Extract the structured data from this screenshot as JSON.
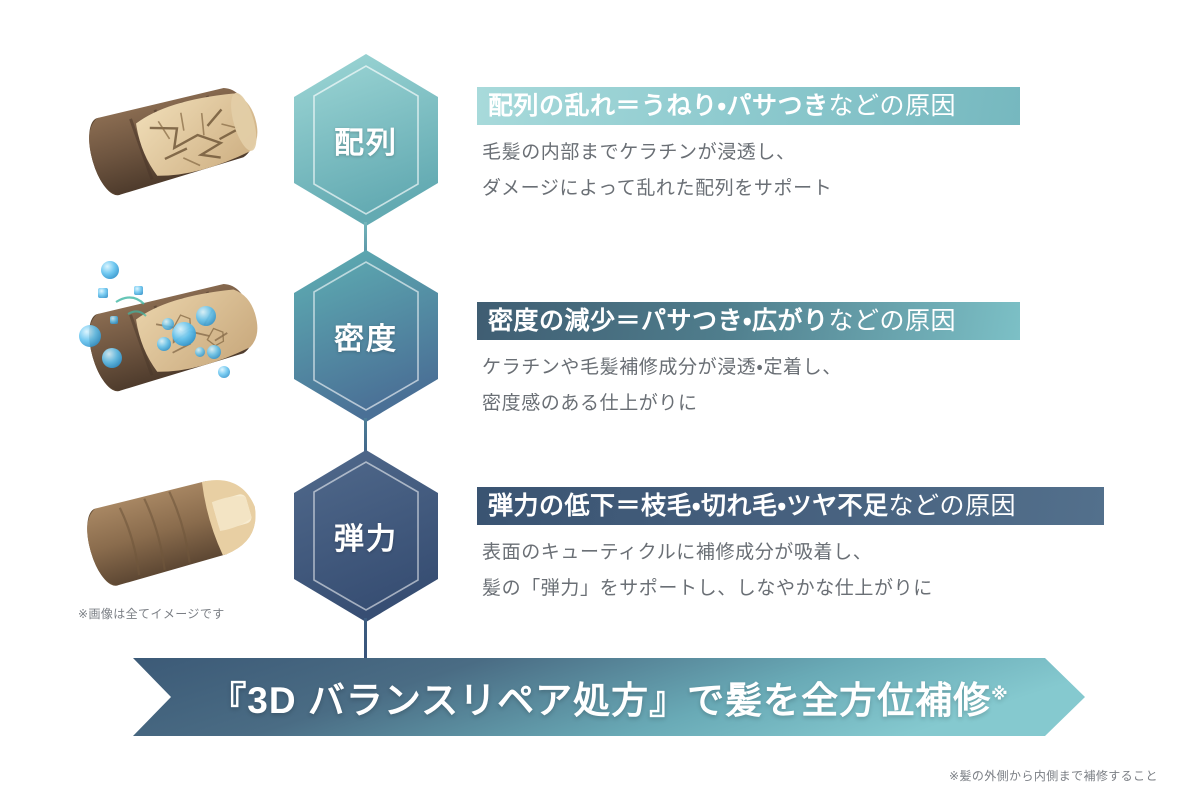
{
  "meta": {
    "background_color": "#ffffff",
    "accent_light": "#8fcbcf",
    "accent_mid": "#4f7d8c",
    "accent_dark": "#3a5472",
    "body_text_color": "#6a6f75"
  },
  "steps": [
    {
      "hex_label": "配列",
      "hex_color_from": "#9ed7d6",
      "hex_color_to": "#6cb3b8",
      "banner_strong": "配列の乱れ＝うねり・パサつき",
      "banner_soft": "などの原因",
      "body_line_1": "毛髪の内部までケラチンが浸透し、",
      "body_line_2": "ダメージによって乱れた配列をサポート",
      "illustration": "damaged-hair-cross-section"
    },
    {
      "hex_label": "密度",
      "hex_color_from": "#5fa9b2",
      "hex_color_to": "#4b7396",
      "banner_strong": "密度の減少＝パサつき・広がり",
      "banner_soft": "などの原因",
      "body_line_1": "ケラチンや毛髪補修成分が浸透・定着し、",
      "body_line_2": "密度感のある仕上がりに",
      "illustration": "hair-with-penetrating-droplets"
    },
    {
      "hex_label": "弾力",
      "hex_color_from": "#4a6284",
      "hex_color_to": "#3b5276",
      "banner_strong": "弾力の低下＝枝毛・切れ毛・ツヤ不足",
      "banner_soft": "などの原因",
      "body_line_1": "表面のキューティクルに補修成分が吸着し、",
      "body_line_2": "髪の「弾力」をサポートし、しなやかな仕上がりに",
      "illustration": "repaired-smooth-hair"
    }
  ],
  "bottom_banner": {
    "text": "『3D バランスリペア処方』で髪を全方位補修",
    "mark": "※",
    "color_from": "#3c5a77",
    "color_to": "#7ec5cb"
  },
  "footnotes": {
    "images": "※画像は全てイメージです",
    "repair": "※髪の外側から内側まで補修すること"
  }
}
